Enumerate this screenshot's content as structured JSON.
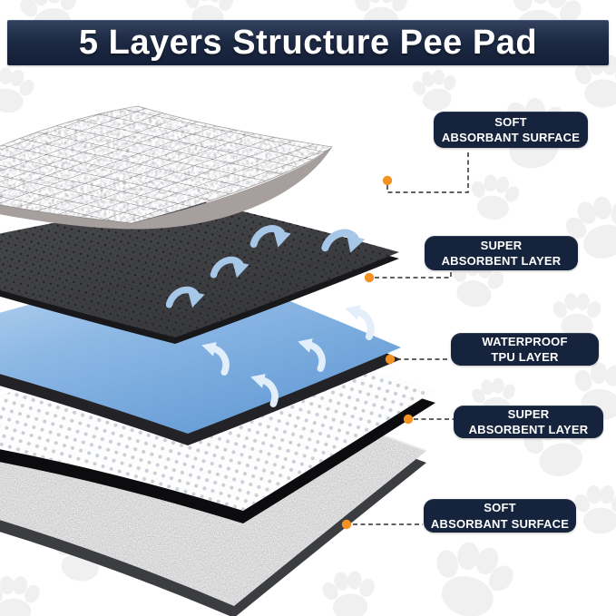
{
  "header": {
    "title": "5 Layers Structure Pee Pad"
  },
  "callouts": [
    {
      "line1": "SOFT",
      "line2": "ABSORBANT SURFACE"
    },
    {
      "line1": "SUPER",
      "line2": "ABSORBENT LAYER"
    },
    {
      "line1": "WATERPROOF",
      "line2": "TPU LAYER"
    },
    {
      "line1": "SUPER",
      "line2": "ABSORBENT LAYER"
    },
    {
      "line1": "SOFT",
      "line2": "ABSORBANT SURFACE"
    }
  ],
  "colors": {
    "banner_navy": "#1d2a44",
    "callout_navy": "#16233c",
    "accent_orange": "#f39122",
    "tpu_blue": "#5f98d3",
    "dark_core": "#3f4043",
    "text_white": "#ffffff",
    "paw_gray": "#f0f0f1"
  }
}
